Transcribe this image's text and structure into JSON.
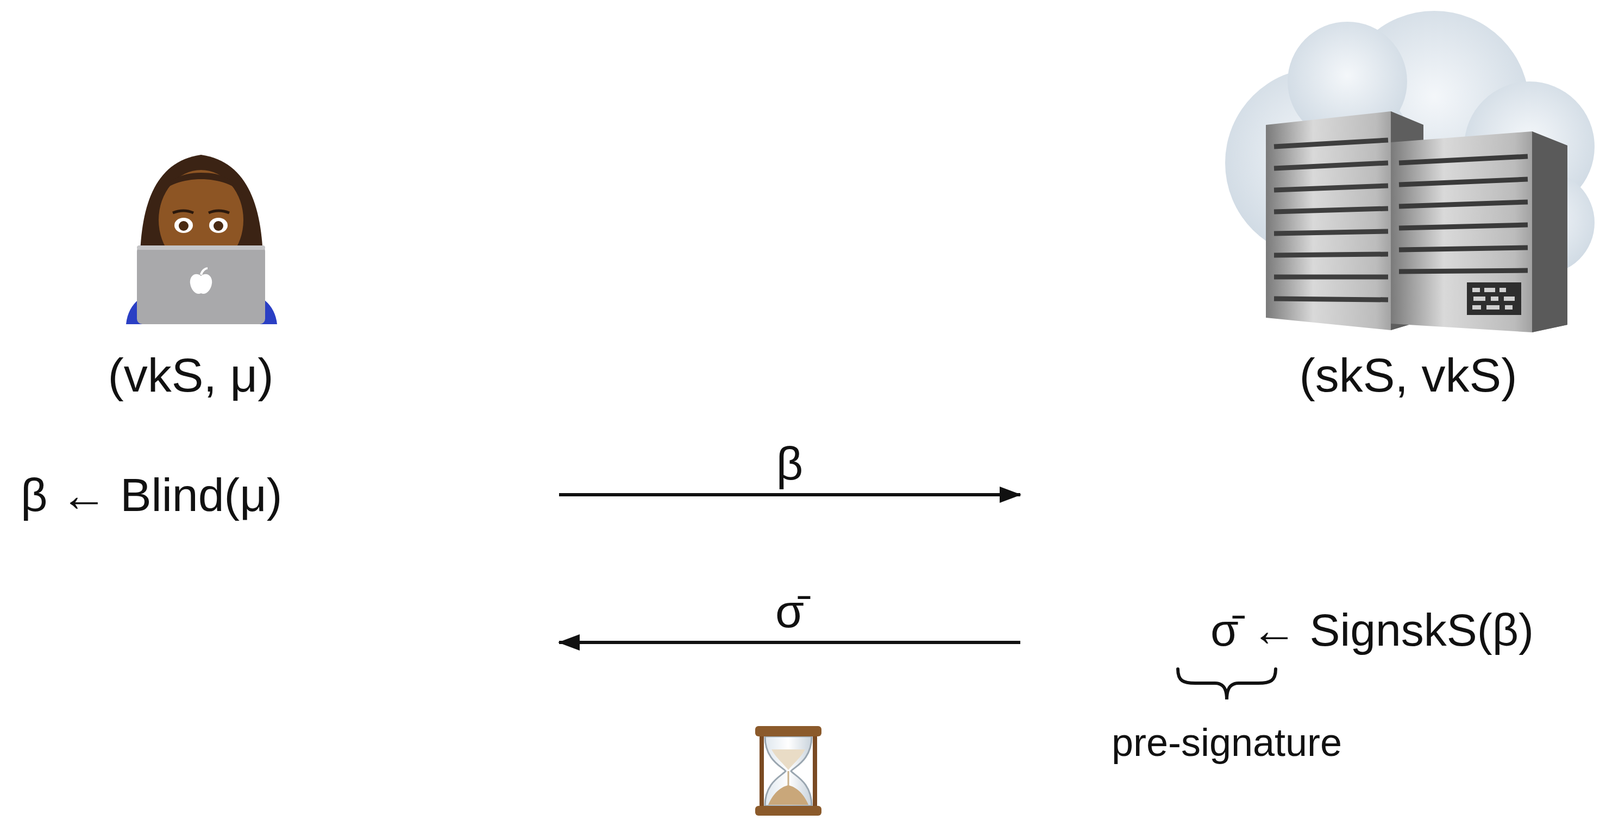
{
  "diagram": {
    "nodes": [
      {
        "text": [
          "(vkS, μ)"
        ]
      },
      {
        "text": [
          "(skS, vkS)"
        ]
      }
    ],
    "edges": [
      {
        "from": 0,
        "to": 1,
        "arrow": "to",
        "label": "β"
      },
      {
        "from": 1,
        "to": 0,
        "arrow": "to",
        "label": "σ̄"
      }
    ],
    "labels": [
      "β ← Blind(μ)",
      "σ̄ ← SignskS(β)",
      "pre-signature"
    ]
  }
}
